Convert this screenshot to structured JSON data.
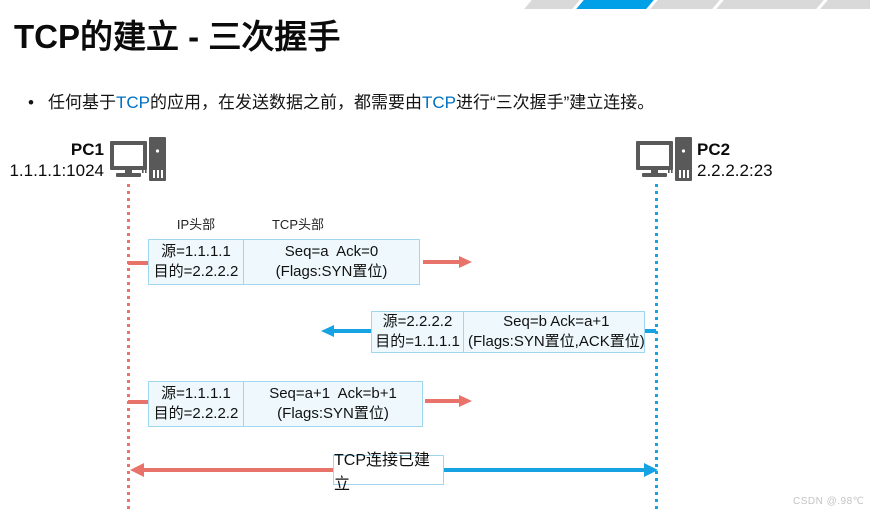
{
  "title": "TCP的建立 - 三次握手",
  "bullet": {
    "marker": "•",
    "segments": [
      {
        "text": "任何基于"
      },
      {
        "text": "TCP",
        "highlight": true
      },
      {
        "text": "的应用，在发送数据之前，都需要由"
      },
      {
        "text": "TCP",
        "highlight": true
      },
      {
        "text": "进行“三次握手”建立连接。"
      }
    ]
  },
  "nodes": {
    "pc1": {
      "name": "PC1",
      "address": "1.1.1.1:1024"
    },
    "pc2": {
      "name": "PC2",
      "address": "2.2.2.2:23"
    }
  },
  "headers": {
    "ip": "IP头部",
    "tcp": "TCP头部"
  },
  "messages": [
    {
      "direction": "right",
      "ip": [
        "源=1.1.1.1",
        "目的=2.2.2.2"
      ],
      "tcp": [
        "Seq=a  Ack=0",
        "(Flags:SYN置位)"
      ]
    },
    {
      "direction": "left",
      "ip": [
        "源=2.2.2.2",
        "目的=1.1.1.1"
      ],
      "tcp": [
        "Seq=b Ack=a+1",
        "(Flags:SYN置位,ACK置位)"
      ]
    },
    {
      "direction": "right",
      "ip": [
        "源=1.1.1.1",
        "目的=2.2.2.2"
      ],
      "tcp": [
        "Seq=a+1  Ack=b+1",
        "(Flags:SYN置位)"
      ]
    }
  ],
  "established": "TCP连接已建立",
  "watermark": "CSDN @.98℃",
  "colors": {
    "red": "#E8736B",
    "blue": "#17A3E3",
    "deco-blue": "#00A0E9",
    "deco-gray": "#D9D9D9",
    "box-border": "#9ED7EE",
    "box-bg": "#EFF9FD",
    "icon-gray": "#595959",
    "text-blue": "#0070C0",
    "watermark-gray": "#C4C4C4"
  }
}
